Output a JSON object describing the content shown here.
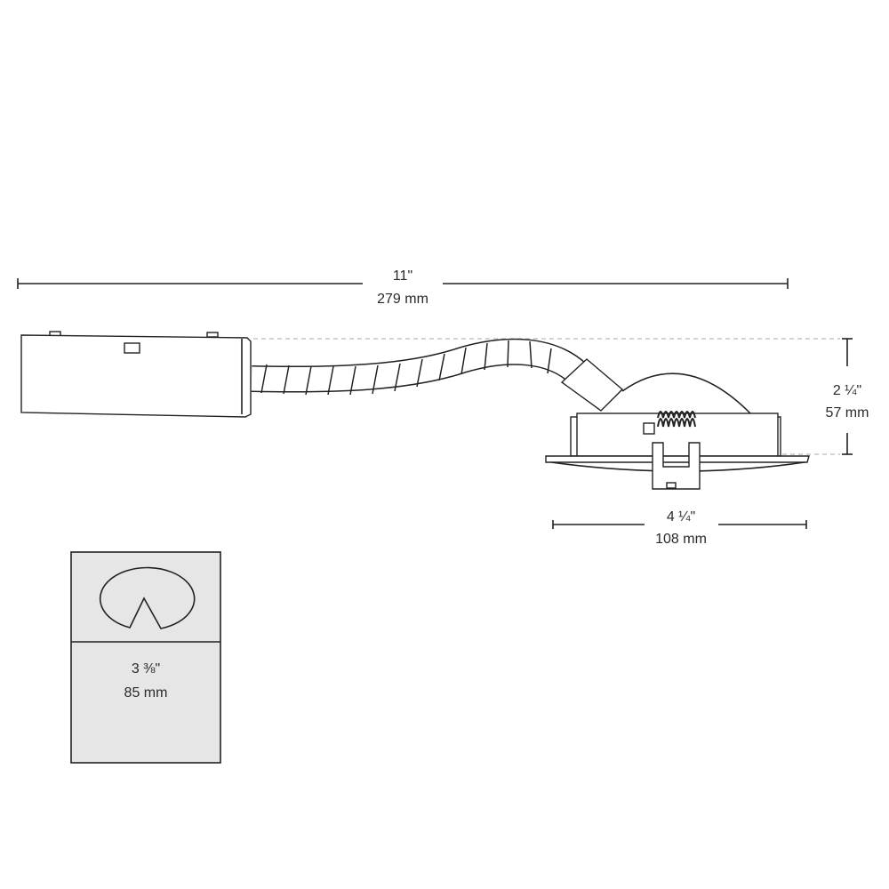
{
  "overall_length": {
    "imperial": "11\"",
    "metric": "279 mm"
  },
  "height": {
    "imperial": "2 ¼\"",
    "metric": "57 mm"
  },
  "trim_diameter": {
    "imperial": "4 ¼\"",
    "metric": "108 mm"
  },
  "cutout": {
    "imperial": "3 ⅜\"",
    "metric": "85 mm",
    "icon": "cutout-hole-icon",
    "fill_color": "#e6e6e6"
  }
}
